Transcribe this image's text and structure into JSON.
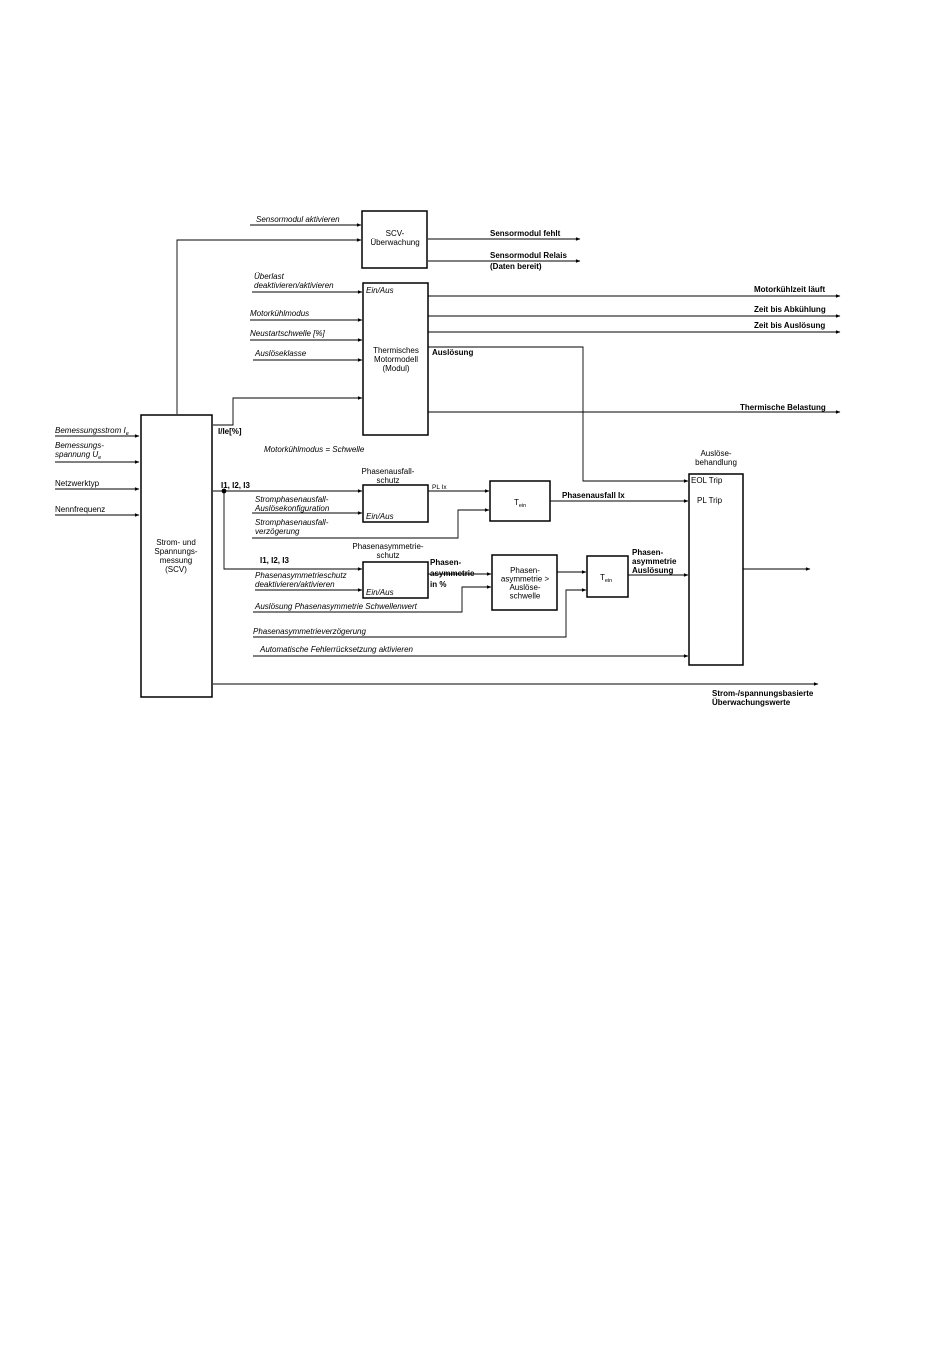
{
  "blocks": {
    "scv": "Strom- und\nSpannungs-\nmessung\n(SCV)",
    "scv_ueberwachung": "SCV-\nÜberwachung",
    "motormodell": "Thermisches\nMotormodell\n(Modul)",
    "phasenausfall": "Phasenausfall-\nschutz",
    "phasenasym": "Phasenasymmetrie-\nschutz",
    "asym_schwelle": "Phasen-\nasymmetrie >\nAuslöse-\nschwelle",
    "tein1": "T",
    "tein2": "T",
    "tein_sub": "ein",
    "ausloesebehandlung": "Auslöse-\nbehandlung"
  },
  "inputs": {
    "bemessungsstrom": "Bemessungsstrom I",
    "bemessungsstrom_sub": "e",
    "bemessungsspannung": "Bemessungs-\nspannung U",
    "bemessungsspannung_sub": "e",
    "netzwerktyp": "Netzwerktyp",
    "nennfrequenz": "Nennfrequenz",
    "sensormodul_aktivieren": "Sensormodul aktivieren",
    "ueberlast": "Überlast\ndeaktivieren/aktivieren",
    "motorkuehlmodus": "Motorkühlmodus",
    "neustartschwelle": "Neustartschwelle [%]",
    "ausloeseklasse": "Auslöseklasse",
    "strom_konfig": "Stromphasenausfall-\nAuslösekonfiguration",
    "strom_verz": "Stromphasenausfall-\nverzögerung",
    "asym_aktiv": "Phasenasymmetrieschutz\ndeaktivieren/aktivieren",
    "asym_schwellenwert": "Auslösung Phasenasymmetrie Schwellenwert",
    "asym_verz": "Phasenasymmetrieverzögerung",
    "fehlerruecksetzung": "Automatische Fehlerrücksetzung aktivieren"
  },
  "labels": {
    "ein_aus": "Ein/Aus",
    "i_ie": "I/Ie[%]",
    "i123": "I1, I2, I3",
    "motorkuehlmodus_schwelle": "Motorkühlmodus = Schwelle",
    "pl_ix": "PL Ix",
    "phasen_asym_pct": "Phasen-\nasymmetrie\nin %",
    "ausloesung": "Auslösung",
    "eol_trip": "EOL Trip",
    "pl_trip": "PL Trip"
  },
  "outputs": {
    "sensormodul_fehlt": "Sensormodul fehlt",
    "sensormodul_relais": "Sensormodul Relais\n(Daten bereit)",
    "motorkuehlzeit": "Motorkühlzeit läuft",
    "zeit_abkuehlung": "Zeit bis Abkühlung",
    "zeit_ausloesung": "Zeit bis Auslösung",
    "thermische_belastung": "Thermische Belastung",
    "phasenausfall_ix": "Phasenausfall Ix",
    "phasenasym_ausloesung": "Phasen-\nasymmetrie\nAuslösung",
    "ueberwachungswerte": "Strom-/spannungsbasierte\nÜberwachungswerte"
  }
}
